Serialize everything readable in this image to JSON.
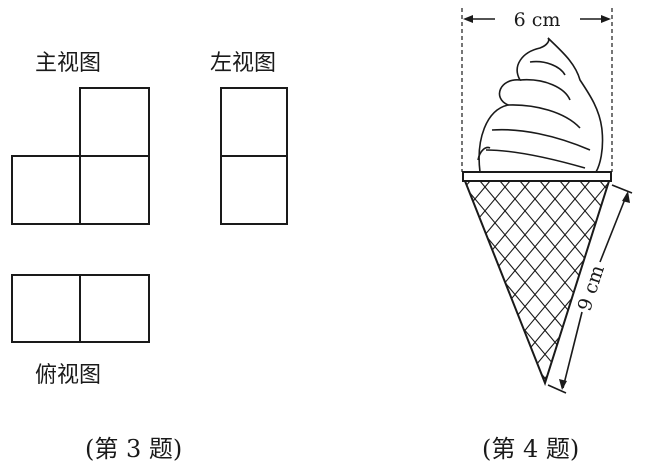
{
  "problem3": {
    "front_view_label": "主视图",
    "side_view_label": "左视图",
    "top_view_label": "俯视图",
    "caption": "(第 3 题)"
  },
  "problem4": {
    "top_dimension": "6 cm",
    "slant_dimension": "9 cm",
    "caption": "(第 4 题)"
  }
}
